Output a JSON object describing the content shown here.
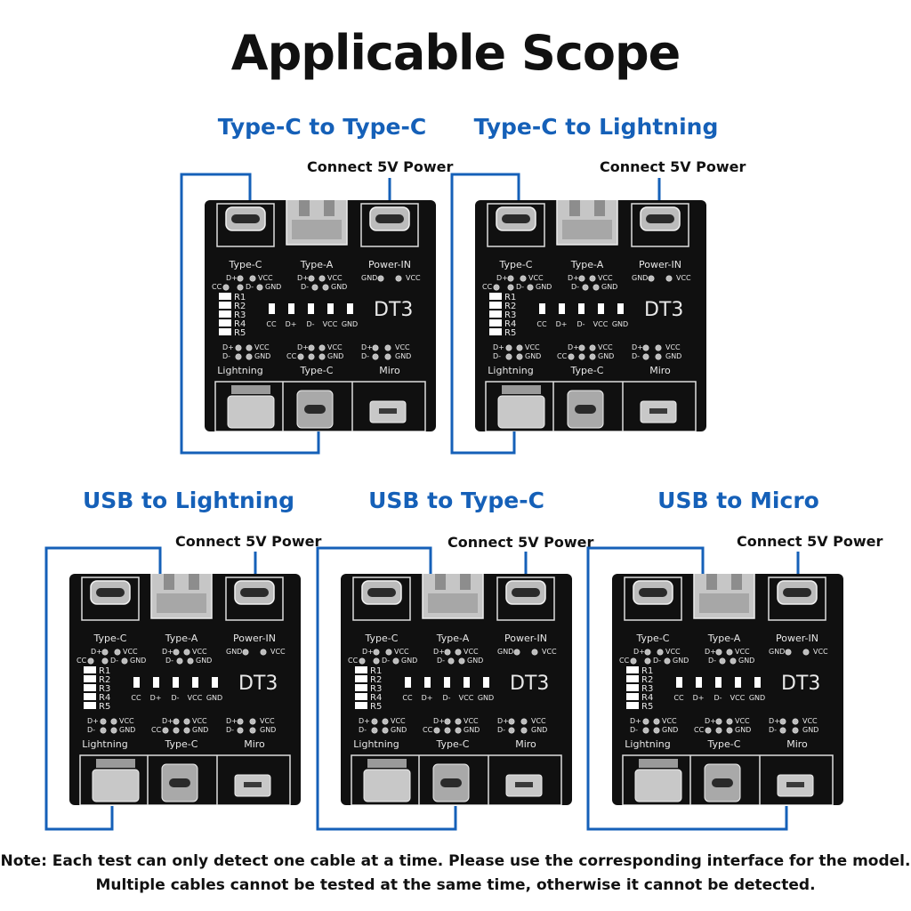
{
  "page": {
    "title": "Applicable Scope",
    "note_line1": "Note: Each test can only detect one cable at a time.  Please use the corresponding interface for the model.",
    "note_line2": "Multiple cables cannot be tested at the same time, otherwise it cannot be detected.",
    "accent_color": "#1560b8",
    "board_color": "#101010"
  },
  "panels": [
    {
      "title": "Type-C to Type-C",
      "power_label": "Connect 5V Power",
      "cable_from": "type-c-top",
      "cable_to": "type-c-bottom"
    },
    {
      "title": "Type-C to Lightning",
      "power_label": "Connect 5V Power",
      "cable_from": "type-c-top",
      "cable_to": "lightning-bottom"
    },
    {
      "title": "USB to Lightning",
      "power_label": "Connect 5V Power",
      "cable_from": "usb-a-top",
      "cable_to": "lightning-bottom"
    },
    {
      "title": "USB to Type-C",
      "power_label": "Connect 5V Power",
      "cable_from": "usb-a-top",
      "cable_to": "type-c-bottom"
    },
    {
      "title": "USB to Micro",
      "power_label": "Connect 5V Power",
      "cable_from": "usb-a-top",
      "cable_to": "micro-bottom"
    }
  ],
  "board": {
    "model": "DT3",
    "top_ports": [
      "Type-C",
      "Type-A",
      "Power-IN"
    ],
    "bottom_ports": [
      "Lightning",
      "Type-C",
      "Miro"
    ],
    "pin_dp": "D+",
    "pin_dm": "D-",
    "pin_vcc": "VCC",
    "pin_gnd": "GND",
    "pin_cc": "CC",
    "resistors": [
      "R1",
      "R2",
      "R3",
      "R4",
      "R5"
    ],
    "leds": [
      "CC",
      "D+",
      "D-",
      "VCC",
      "GND"
    ]
  }
}
